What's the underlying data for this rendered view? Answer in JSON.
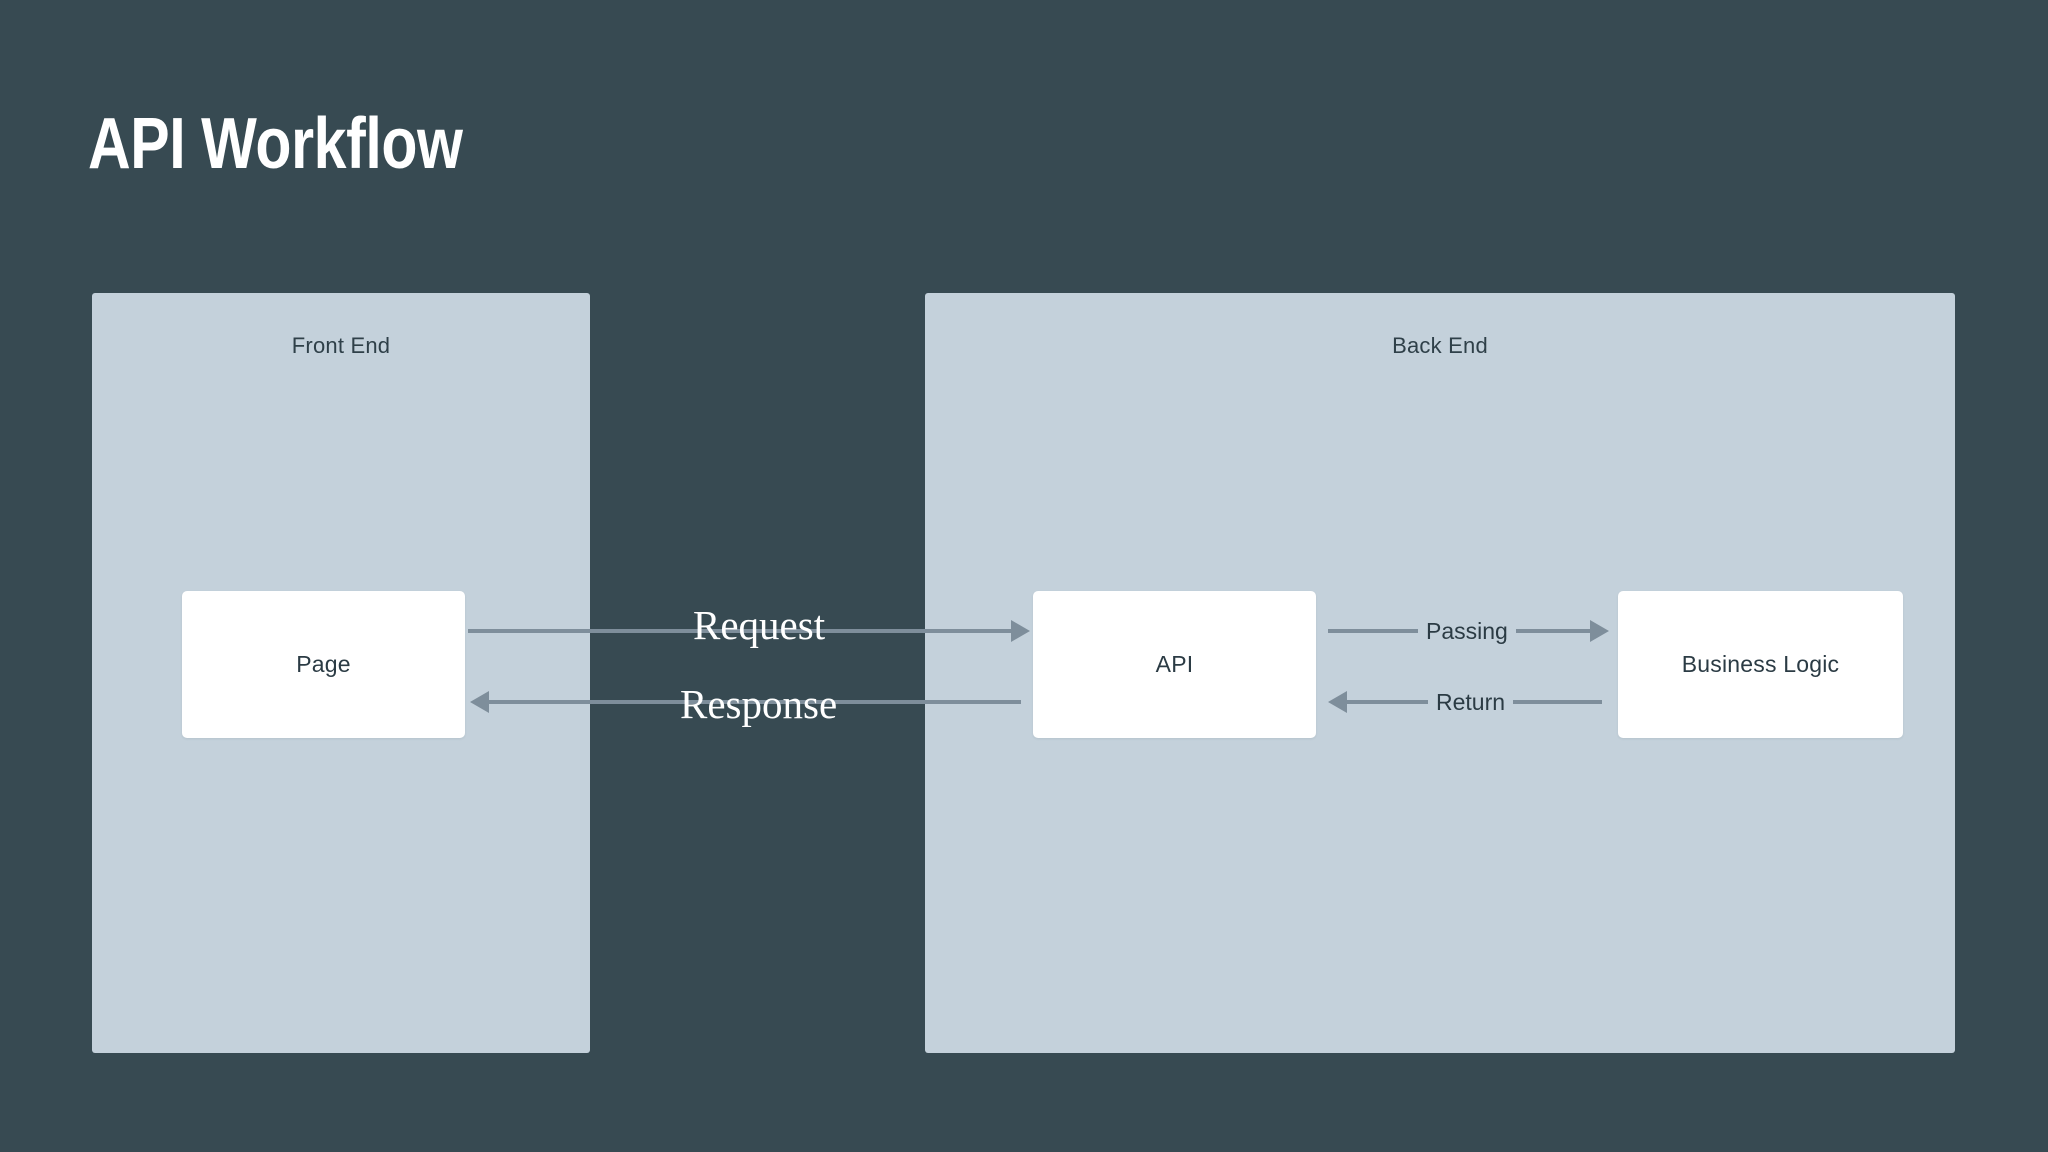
{
  "title": "API Workflow",
  "colors": {
    "background": "#374a52",
    "panel": "#c4d1db",
    "node": "#ffffff",
    "connector": "#7e8e9b",
    "title_text": "#ffffff",
    "node_text": "#2b3b44",
    "panel_text": "#2f4049",
    "cross_label_text": "#ffffff"
  },
  "panels": [
    {
      "id": "frontend",
      "label": "Front End"
    },
    {
      "id": "backend",
      "label": "Back End"
    }
  ],
  "nodes": [
    {
      "id": "page",
      "label": "Page",
      "panel": "frontend"
    },
    {
      "id": "api",
      "label": "API",
      "panel": "backend"
    },
    {
      "id": "business",
      "label": "Business Logic",
      "panel": "backend"
    }
  ],
  "connectors": [
    {
      "id": "request",
      "label": "Request",
      "from": "page",
      "to": "api",
      "direction": "right",
      "label_style": "serif"
    },
    {
      "id": "response",
      "label": "Response",
      "from": "api",
      "to": "page",
      "direction": "left",
      "label_style": "serif"
    },
    {
      "id": "passing",
      "label": "Passing",
      "from": "api",
      "to": "business",
      "direction": "right",
      "label_style": "inline"
    },
    {
      "id": "return",
      "label": "Return",
      "from": "business",
      "to": "api",
      "direction": "left",
      "label_style": "inline"
    }
  ]
}
